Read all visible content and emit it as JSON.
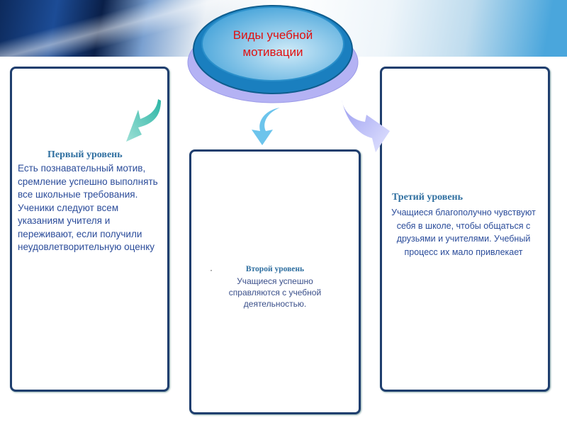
{
  "title": "Виды учебной мотивации",
  "levels": [
    {
      "heading": "Первый уровень",
      "text": "Есть познавательный мотив, сремление успешно выполнять все школьные требования. Ученики следуют всем указаниям учителя и переживают, если получили неудовлетворительную оценку"
    },
    {
      "bullet": "·",
      "heading": "Второй уровень",
      "text": "Учащиеся успешно справляются с учебной деятельностью."
    },
    {
      "heading": "Третий уровень",
      "text": "Учащиеся благополучно чувствуют себя в школе, чтобы общаться с друзьями и учителями. Учебный процесс их мало привлекает"
    }
  ]
}
